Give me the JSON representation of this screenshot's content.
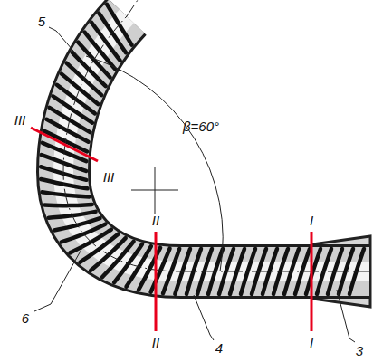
{
  "diagram": {
    "labels": [
      "5",
      "III",
      "III",
      "β=60°",
      "II",
      "I",
      "6",
      "II",
      "I",
      "4",
      "3"
    ]
  }
}
